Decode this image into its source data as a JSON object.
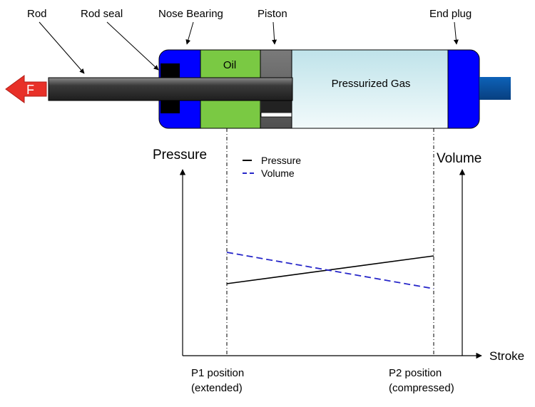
{
  "labels": {
    "rod": "Rod",
    "rod_seal": "Rod seal",
    "nose_bearing": "Nose Bearing",
    "piston": "Piston",
    "end_plug": "End plug",
    "oil": "Oil",
    "gas": "Pressurized Gas",
    "force": "F"
  },
  "graph": {
    "left_axis": "Pressure",
    "right_axis": "Volume",
    "x_axis": "Stroke",
    "legend": [
      {
        "symbol": "—",
        "label": "Pressure"
      },
      {
        "symbol": "- -",
        "label": "Volume"
      }
    ],
    "p1_line1": "P1 position",
    "p1_line2": "(extended)",
    "p2_line1": "P2 position",
    "p2_line2": "(compressed)"
  },
  "colors": {
    "end_cap": "#0000ff",
    "oil": "#7ac943",
    "gas": "#dff0f3",
    "rod": "#4a4a4a",
    "piston": "#666666",
    "force_arrow": "#e83028",
    "mount": "#0b4f9c",
    "volume_line": "#2727c9"
  }
}
